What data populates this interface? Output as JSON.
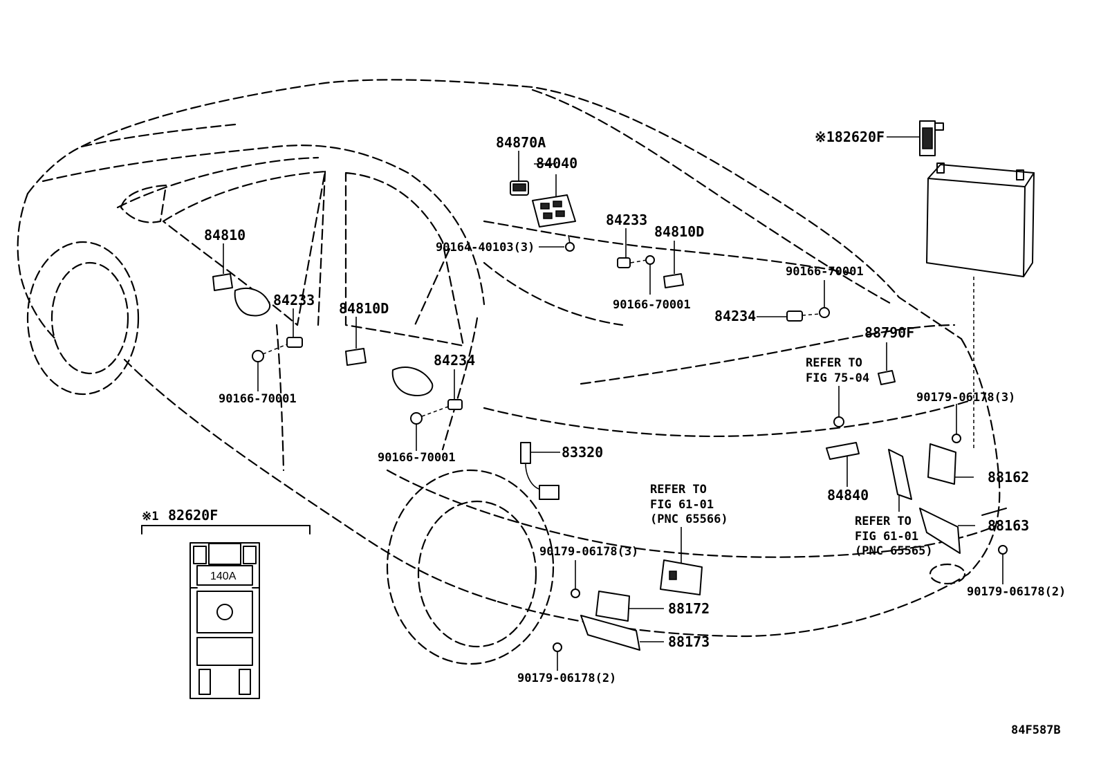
{
  "figure_id": "84F587B",
  "inset": {
    "marker": "※1",
    "title": "82620F",
    "fuse_rating": "140A"
  },
  "labels": {
    "p82620f_top": "※182620F",
    "p84870a": "84870A",
    "p84040": "84040",
    "p84810_front": "84810",
    "p84233_front": "84233",
    "p84810d_mid": "84810D",
    "p90164": "90164-40103(3)",
    "p84233_rear": "84233",
    "p84810d_rear": "84810D",
    "p90166_a": "90166-70001",
    "p90166_b": "90166-70001",
    "p84234_rear": "84234",
    "p84234_front": "84234",
    "p90166_c": "90166-70001",
    "p90166_d": "90166-70001",
    "p88790f": "88790F",
    "refer1_l1": "REFER TO",
    "refer1_l2": "FIG 75-04",
    "p90179_a": "90179-06178(3)",
    "p83320": "83320",
    "p84840": "84840",
    "p88162": "88162",
    "refer2_l1": "REFER TO",
    "refer2_l2": "FIG 61-01",
    "refer2_l3": "(PNC 65566)",
    "refer3_l1": "REFER TO",
    "refer3_l2": "FIG 61-01",
    "refer3_l3": "(PNC 65565)",
    "p88163": "88163",
    "p90179_b": "90179-06178(3)",
    "p88172": "88172",
    "p90179_c": "90179-06178(2)",
    "p88173": "88173",
    "p90179_d": "90179-06178(2)"
  }
}
